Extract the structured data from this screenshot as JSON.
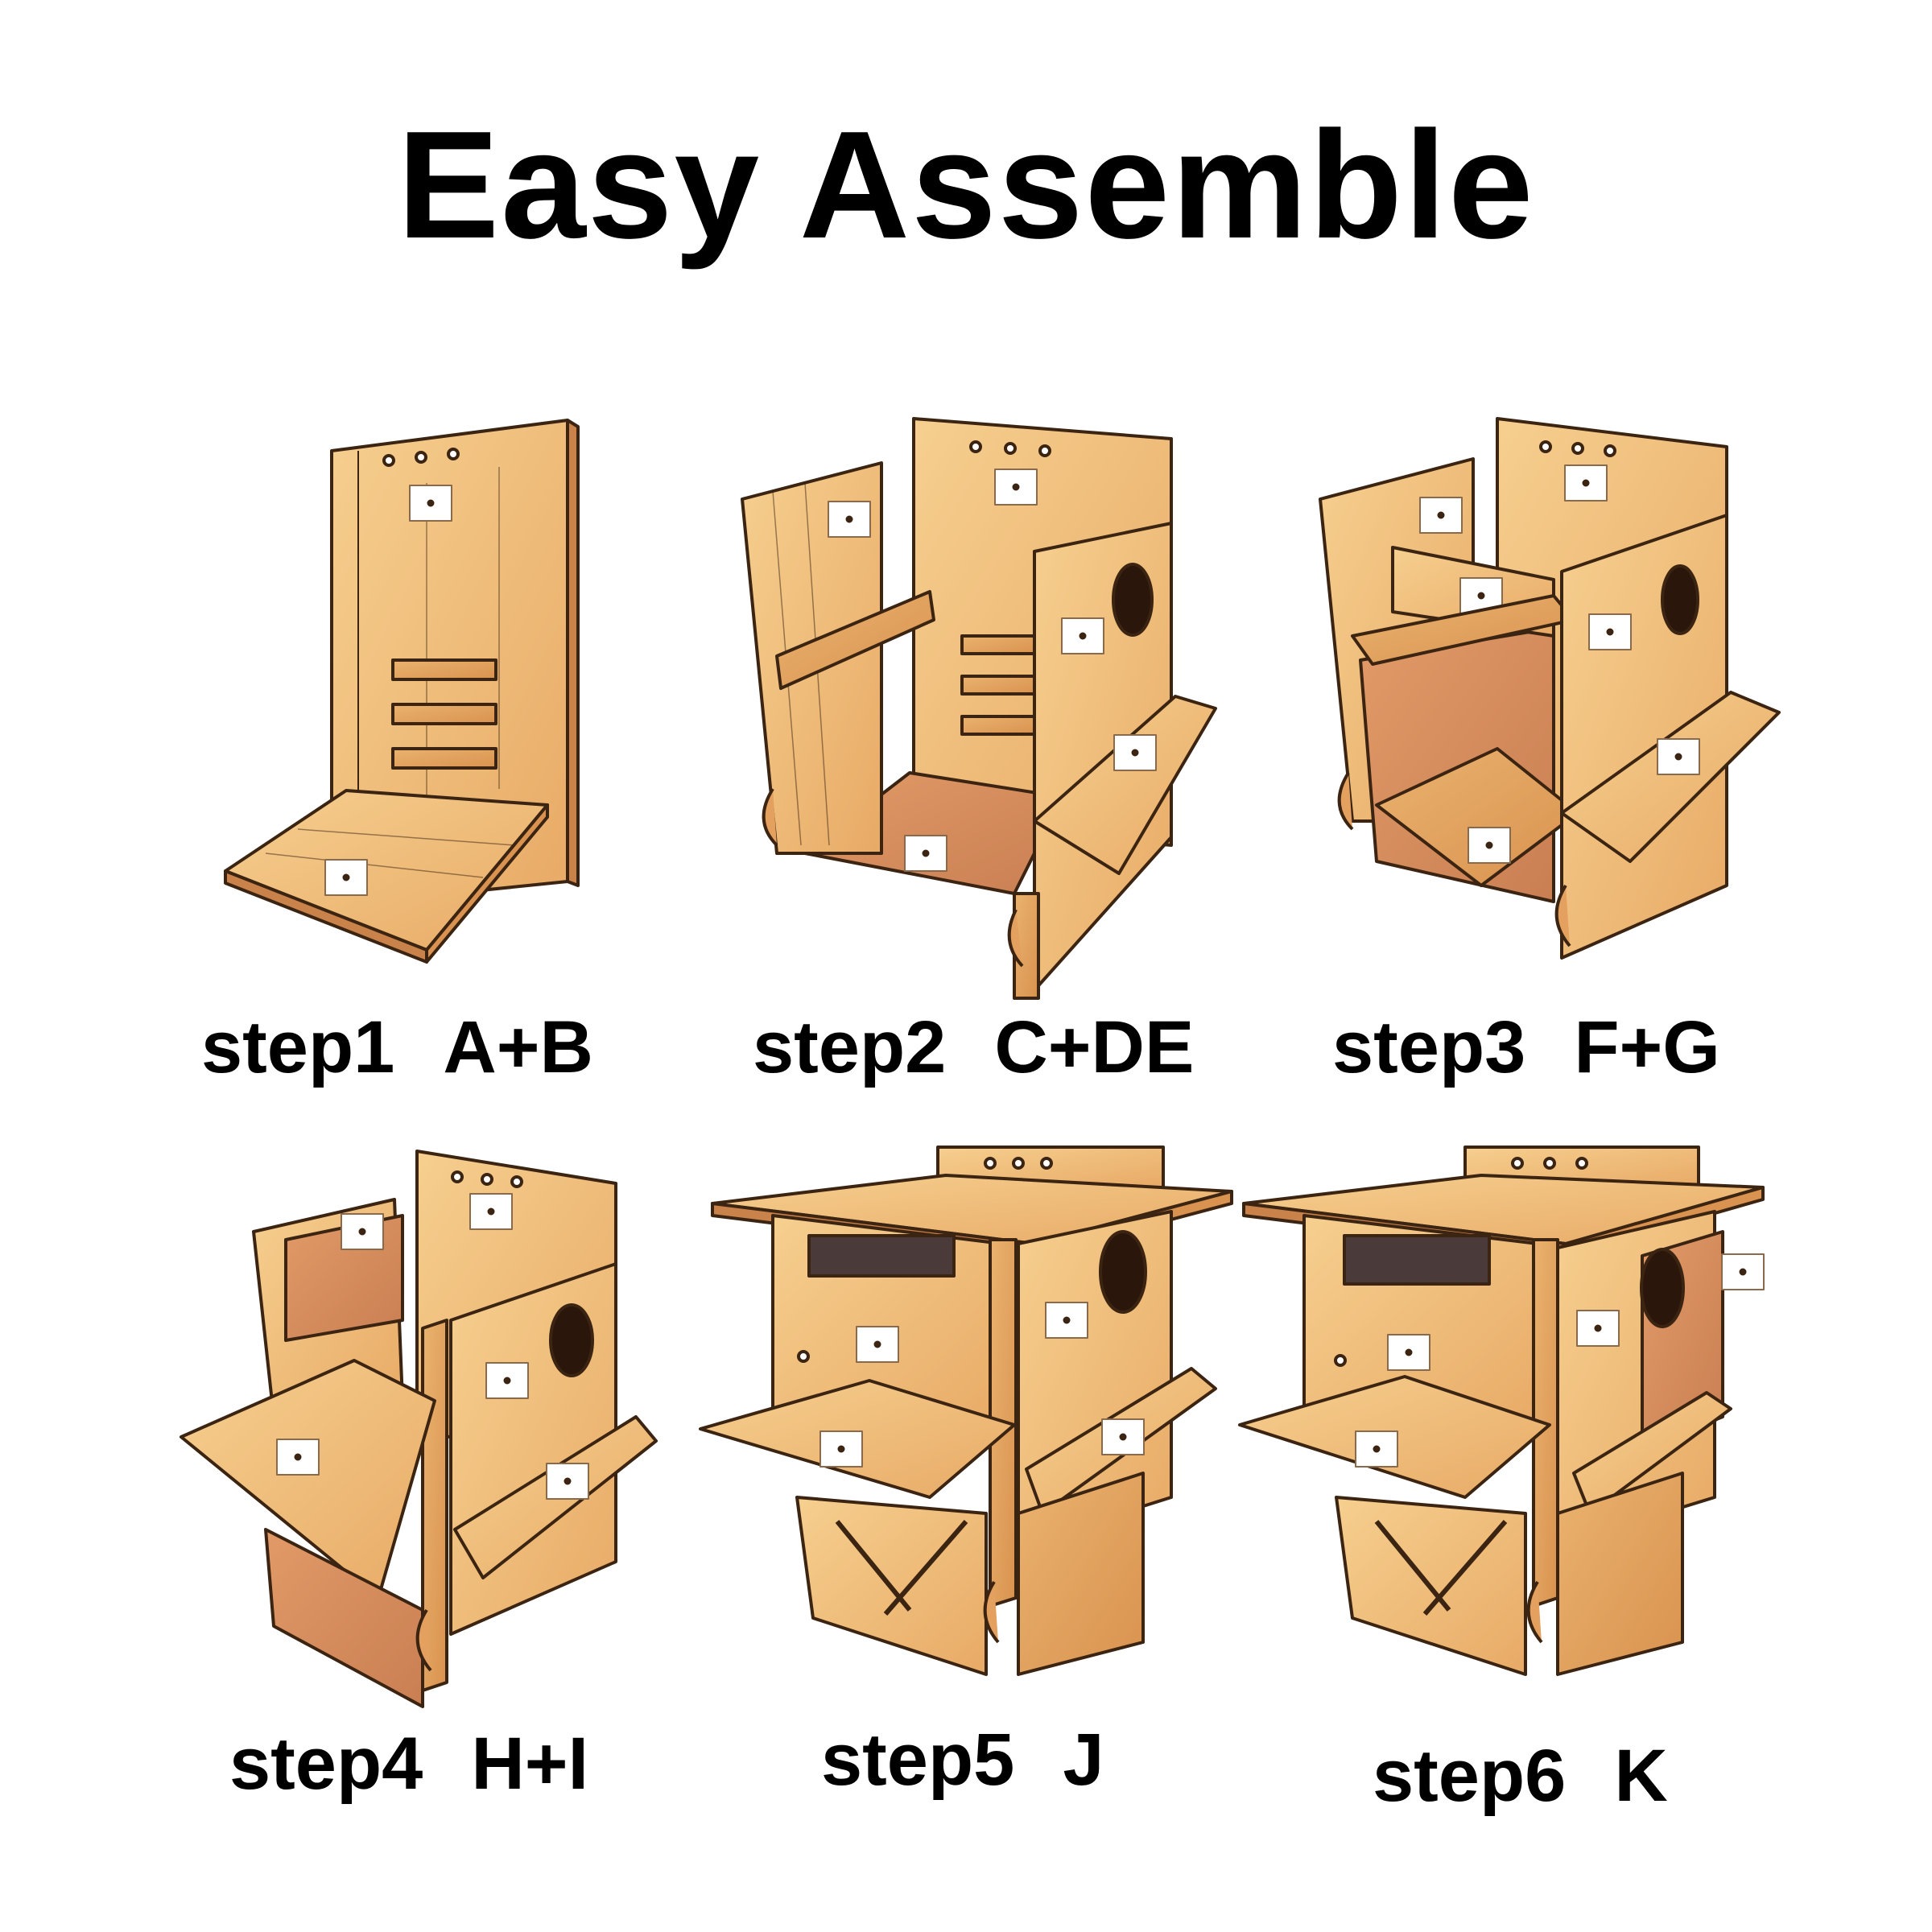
{
  "title": "Easy Assemble",
  "colors": {
    "wood_light": "#f1c27d",
    "wood_mid": "#e3a05e",
    "wood_dark": "#c9824a",
    "wood_inner": "#d88d5c",
    "outline": "#3b2412",
    "label": "#000000"
  },
  "steps": [
    {
      "step": "step1",
      "parts": "A+B"
    },
    {
      "step": "step2",
      "parts": "C+DE"
    },
    {
      "step": "step3",
      "parts": "F+G"
    },
    {
      "step": "step4",
      "parts": "H+I"
    },
    {
      "step": "step5",
      "parts": "J"
    },
    {
      "step": "step6",
      "parts": "K"
    }
  ]
}
